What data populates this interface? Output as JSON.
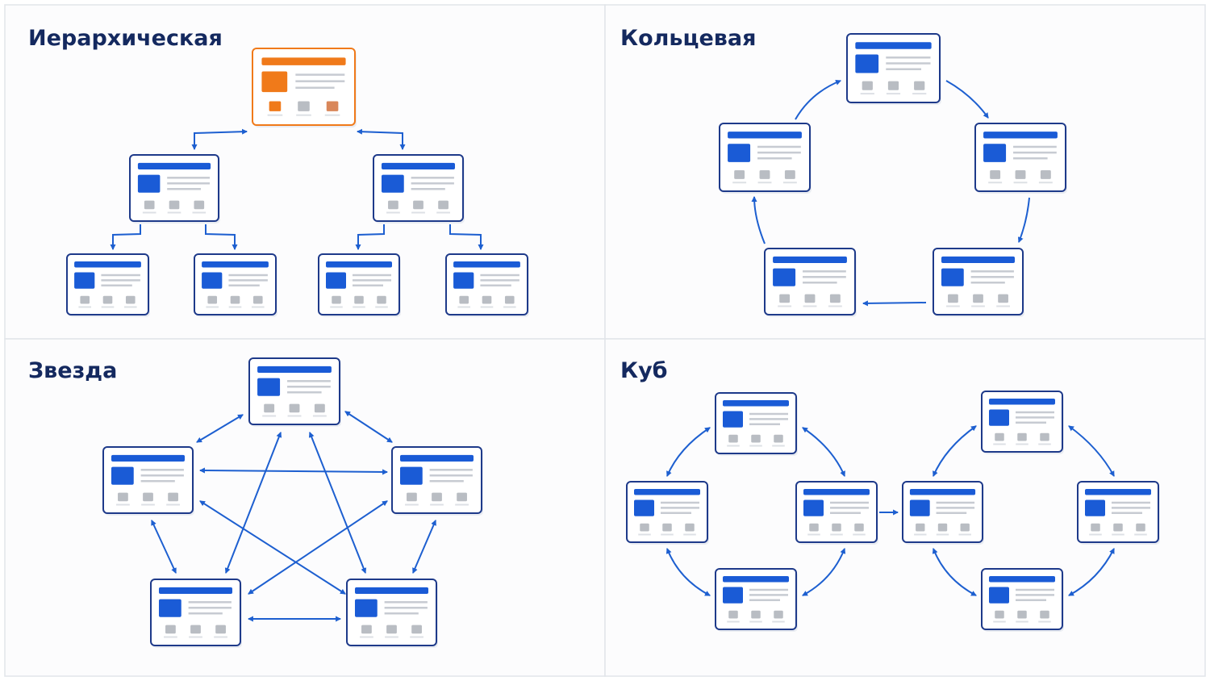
{
  "colors": {
    "background": "#fcfcfd",
    "divider": "#e2e5ea",
    "accent_blue": "#1a5bd6",
    "frame_navy": "#1e3a8a",
    "arrow": "#1d5fd0",
    "highlight_orange": "#f07a1a",
    "placeholder_grey": "#b9bdc3"
  },
  "panels": [
    {
      "id": "hierarchical",
      "title": "Иерархическая"
    },
    {
      "id": "ring",
      "title": "Кольцевая"
    },
    {
      "id": "star",
      "title": "Звезда"
    },
    {
      "id": "cube",
      "title": "Куб"
    }
  ],
  "diagram": {
    "node_icon": "page-thumbnail-icon",
    "arrow_icon": "arrow-icon",
    "highlight": "root page of the hierarchical structure"
  }
}
